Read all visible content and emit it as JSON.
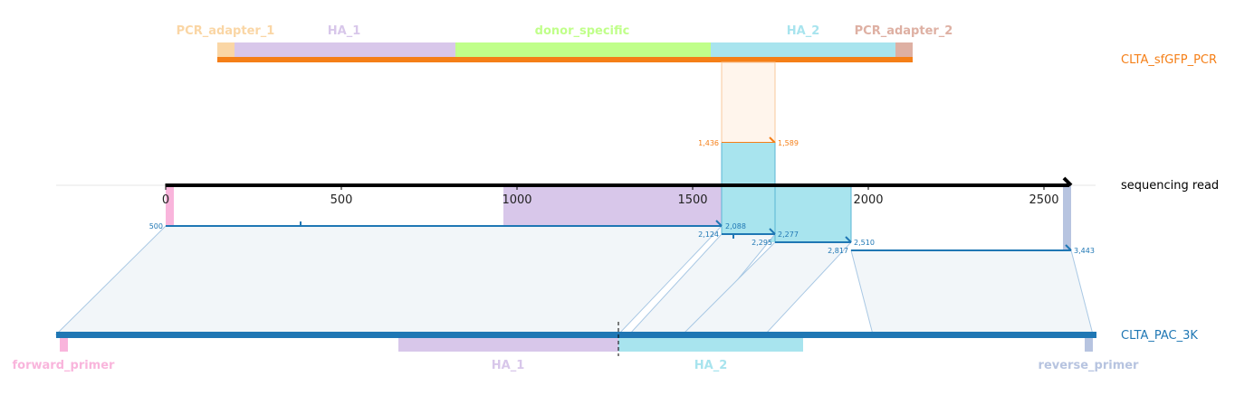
{
  "top_reference": {
    "name": "CLTA_sfGFP_PCR",
    "color": "#f57f17",
    "features": [
      {
        "name": "PCR_adapter_1",
        "color": "#fad6a5"
      },
      {
        "name": "HA_1",
        "color": "#d8c7ea"
      },
      {
        "name": "donor_specific",
        "color": "#c0ff8a"
      },
      {
        "name": "HA_2",
        "color": "#a8e4ee"
      },
      {
        "name": "PCR_adapter_2",
        "color": "#deb0a3"
      }
    ]
  },
  "read": {
    "name": "sequencing read",
    "color": "#000000",
    "ticks": [
      "0",
      "500",
      "1000",
      "1500",
      "2000",
      "2500"
    ]
  },
  "bottom_reference": {
    "name": "CLTA_PAC_3K",
    "color": "#1f77b4",
    "features": [
      {
        "name": "forward_primer",
        "color": "#f9b5dc"
      },
      {
        "name": "HA_1",
        "color": "#d8c7ea"
      },
      {
        "name": "HA_2",
        "color": "#a8e4ee"
      },
      {
        "name": "reverse_primer",
        "color": "#b7c4e0"
      }
    ]
  },
  "alignments": [
    {
      "reference": "CLTA_sfGFP_PCR",
      "start_label": "1,436",
      "end_label": "1,589",
      "color": "#f57f17"
    },
    {
      "reference": "CLTA_PAC_3K",
      "start_label": "500",
      "end_label": "2,088",
      "color": "#1f77b4"
    },
    {
      "reference": "CLTA_PAC_3K",
      "start_label": "2,124",
      "end_label": "2,277",
      "color": "#1f77b4"
    },
    {
      "reference": "CLTA_PAC_3K",
      "start_label": "2,295",
      "end_label": "2,510",
      "color": "#1f77b4"
    },
    {
      "reference": "CLTA_PAC_3K",
      "start_label": "2,817",
      "end_label": "3,443",
      "color": "#1f77b4"
    }
  ]
}
